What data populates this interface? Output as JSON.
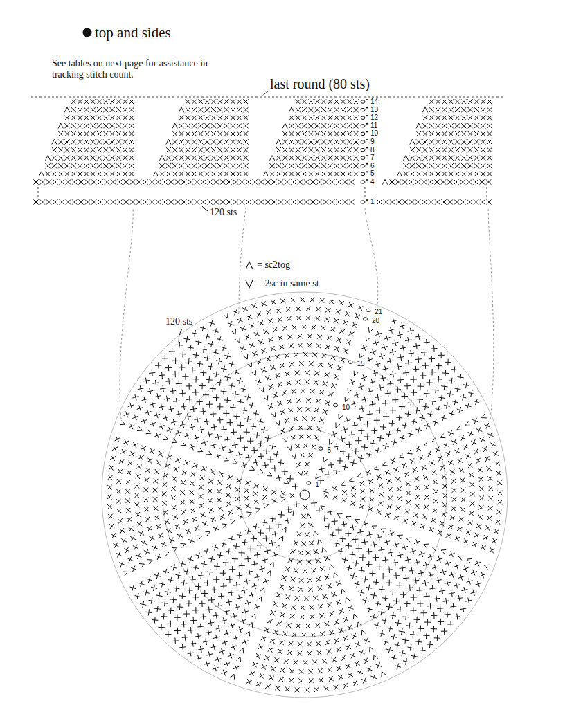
{
  "diagram": {
    "title": "top and sides",
    "labels": [
      "See tables on next page for assistance in tracking stitch count.",
      "last round (80 sts)",
      "14",
      "13",
      "12",
      "11",
      "10",
      "9",
      "8",
      "7",
      "6",
      "5",
      "4",
      "1",
      "120 sts",
      "120 sts",
      "21",
      "20",
      "15",
      "10",
      "5",
      "1"
    ],
    "legend": [
      {
        "text": "= sc2tog"
      },
      {
        "text": "= 2sc in same st"
      }
    ]
  }
}
